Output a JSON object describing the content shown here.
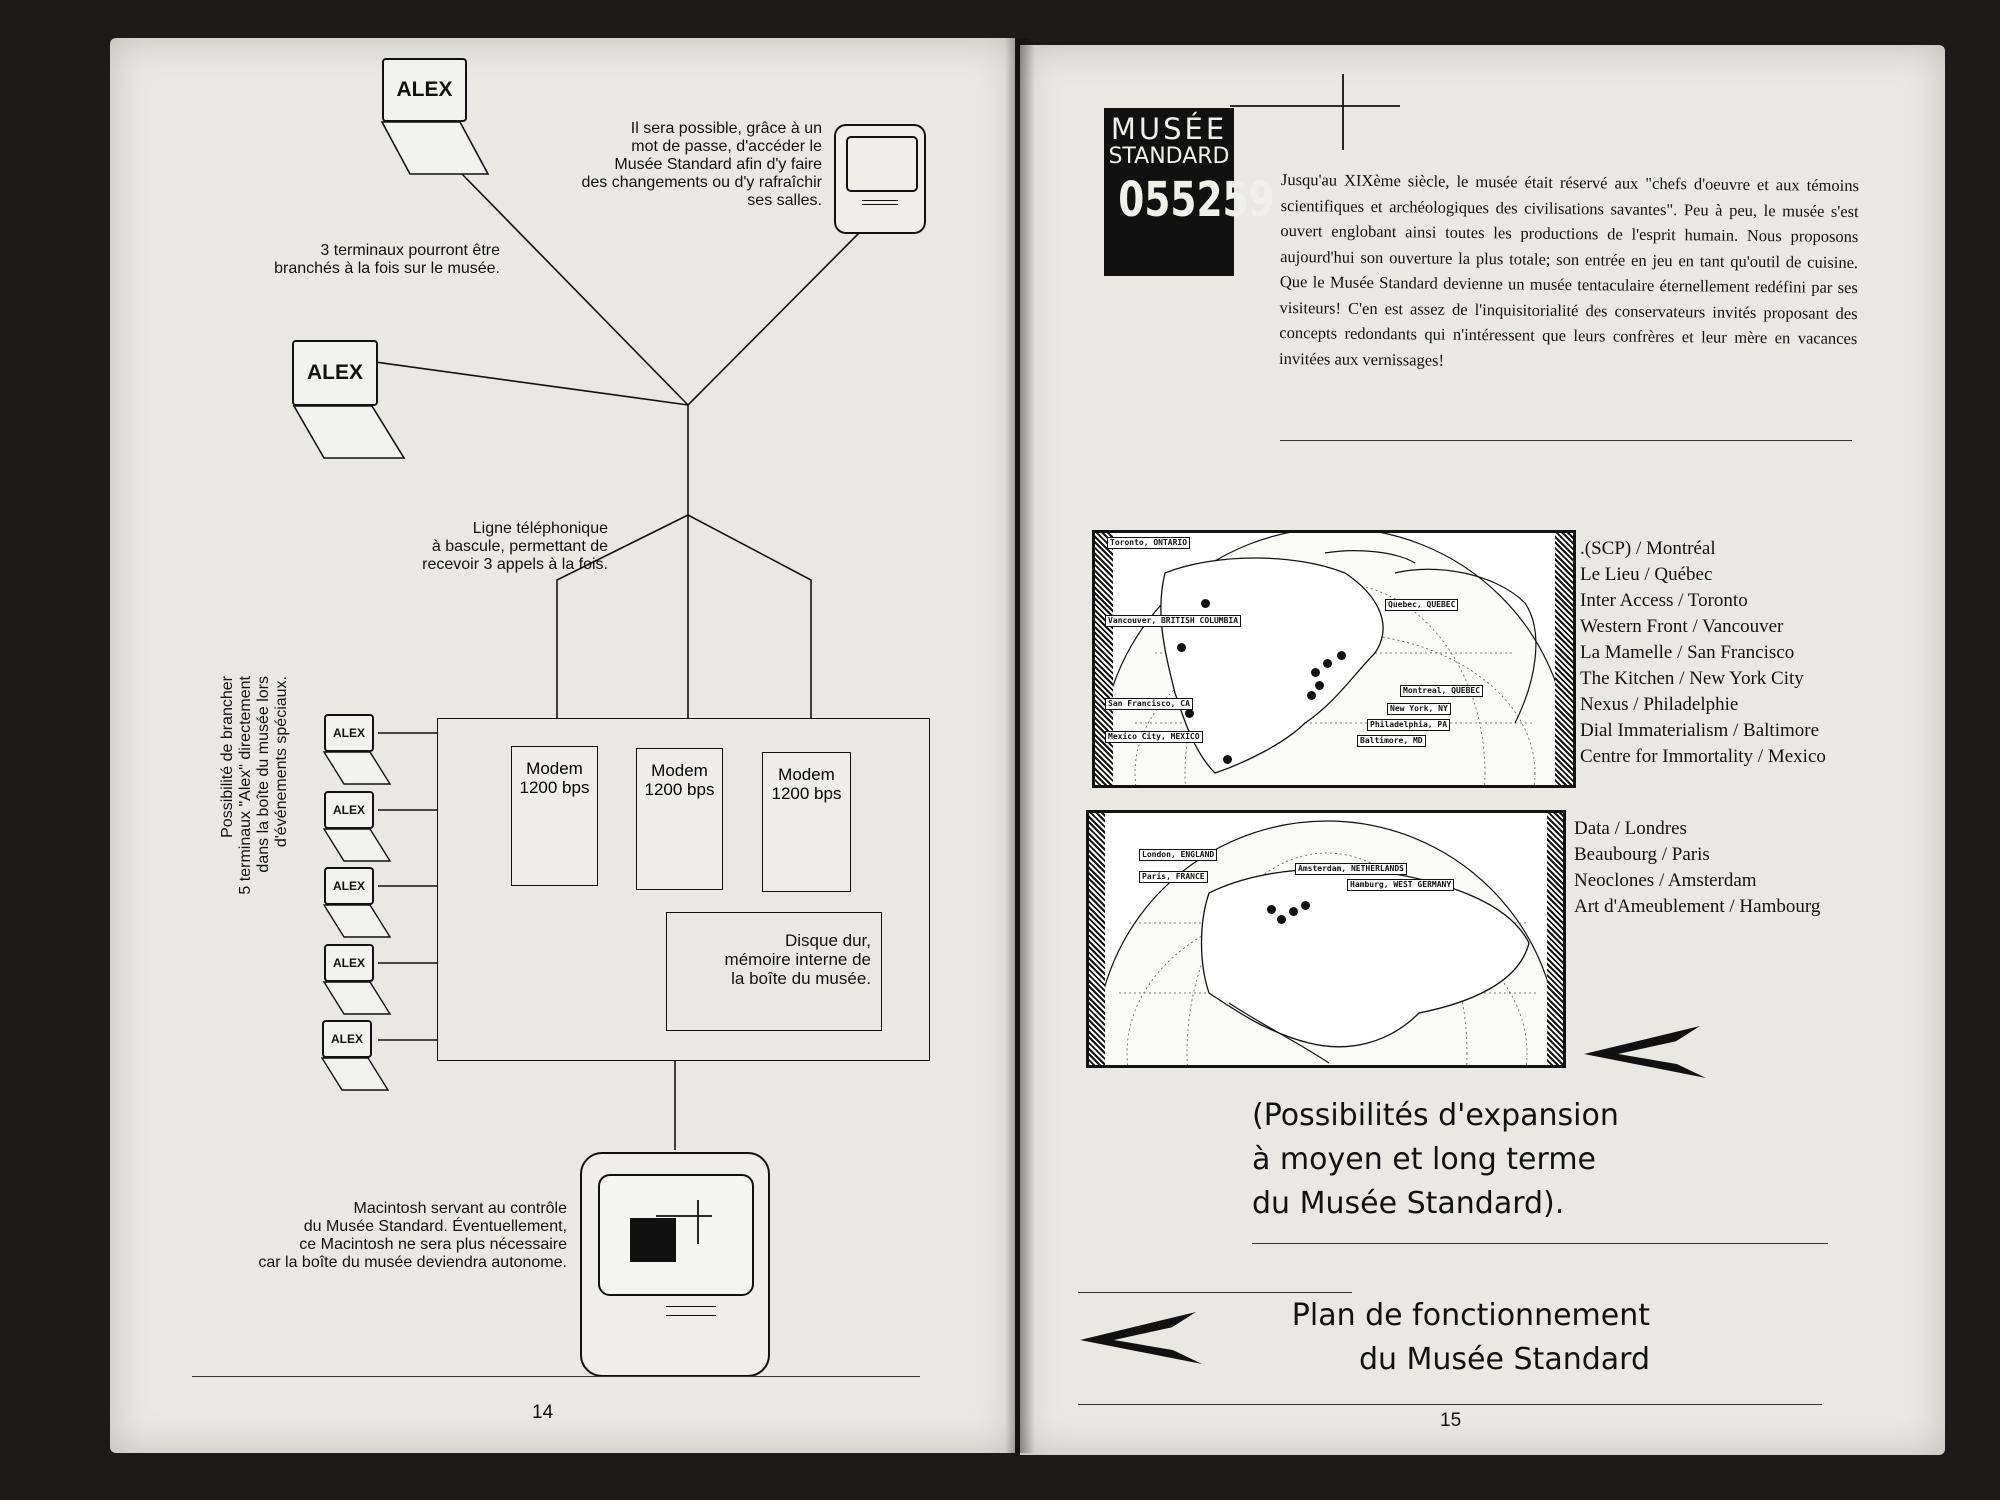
{
  "left_page": {
    "terminal_label": "ALEX",
    "note_password": "Il sera possible, grâce à un mot de passe, d'accéder le Musée Standard afin d'y faire des changements ou d'y rafraîchir ses salles.",
    "note_password_lines": [
      "Il sera possible, grâce à un",
      "mot de passe, d'accéder le",
      "Musée Standard afin d'y faire",
      "des changements ou d'y rafraîchir",
      "ses salles."
    ],
    "note_three_terminals_lines": [
      "3 terminaux pourront être",
      "branchés à la fois sur le musée."
    ],
    "note_phone_line_lines": [
      "Ligne téléphonique",
      "à bascule, permettant de",
      "recevoir 3 appels à la fois."
    ],
    "note_five_terminals_lines": [
      "Possibilité de brancher",
      "5 terminaux \"Alex\" directement",
      "dans la boîte du musée lors",
      "d'événements spéciaux."
    ],
    "modems": [
      {
        "line1": "Modem",
        "line2": "1200 bps"
      },
      {
        "line1": "Modem",
        "line2": "1200 bps"
      },
      {
        "line1": "Modem",
        "line2": "1200 bps"
      }
    ],
    "disk_lines": [
      "Disque dur,",
      "mémoire interne de",
      "la boîte du musée."
    ],
    "mac_note_lines": [
      "Macintosh servant au contrôle",
      "du Musée Standard. Éventuellement,",
      "ce Macintosh ne sera plus nécessaire",
      "car la boîte du musée deviendra autonome."
    ],
    "page_number": "14"
  },
  "right_page": {
    "logo_lines": [
      "MUSÉE",
      "STANDARD",
      "055259"
    ],
    "intro_text": "Jusqu'au XIXème siècle, le musée était réservé aux \"chefs d'oeuvre et aux témoins scientifiques et archéologiques des civilisations savantes\". Peu à peu, le musée s'est ouvert englobant ainsi toutes les productions de l'esprit humain. Nous proposons aujourd'hui son ouverture la plus totale; son entrée en jeu en tant qu'outil de cuisine. Que le Musée Standard devienne un musée tentaculaire éternellement redéfini par ses visiteurs! C'en est assez de l'inquisitorialité des conservateurs invités proposant des concepts redondants qui n'intéressent que leurs confrères et leur mère en vacances invitées aux vernissages!",
    "map_america_labels": [
      "Toronto, ONTARIO",
      "Vancouver, BRITISH COLUMBIA",
      "Quebec, QUEBEC",
      "Montreal, QUEBEC",
      "New York, NY",
      "Philadelphia, PA",
      "Baltimore, MD",
      "San Francisco, CA",
      "Mexico City, MEXICO"
    ],
    "cities_america": [
      ".(SCP) / Montréal",
      "Le Lieu / Québec",
      "Inter Access / Toronto",
      "Western Front / Vancouver",
      "La Mamelle / San Francisco",
      "The Kitchen / New York City",
      "Nexus / Philadelphie",
      "Dial Immaterialism / Baltimore",
      "Centre for Immortality / Mexico"
    ],
    "map_europe_labels": [
      "London, ENGLAND",
      "Paris, FRANCE",
      "Amsterdam, NETHERLANDS",
      "Hamburg, WEST GERMANY"
    ],
    "cities_europe": [
      "Data / Londres",
      "Beaubourg / Paris",
      "Neoclones / Amsterdam",
      "Art d'Ameublement / Hambourg"
    ],
    "expansion_caption_lines": [
      "(Possibilités d'expansion",
      "à moyen et long terme",
      "du Musée Standard)."
    ],
    "plan_caption_lines": [
      "Plan de fonctionnement",
      "du Musée Standard"
    ],
    "page_number": "15"
  }
}
